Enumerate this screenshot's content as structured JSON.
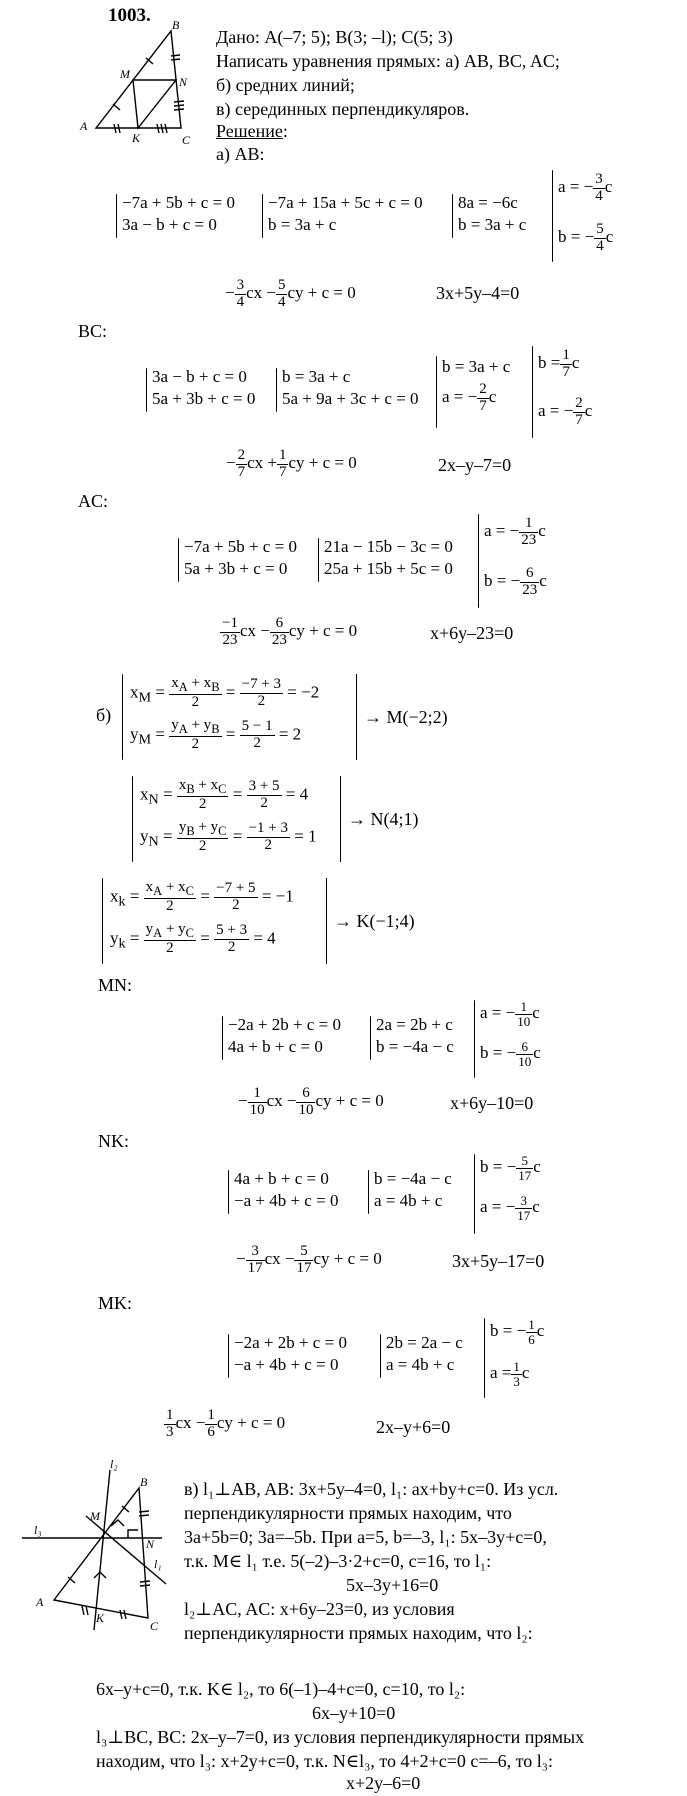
{
  "problem": {
    "number": "1003.",
    "given": "Дано: A(–7; 5); B(3; –l); C(5; 3)",
    "task_a": "Написать уравнения прямых: а) AB, BC, AC;",
    "task_b": "б) средних линий;",
    "task_c": "в) серединных перпендикуляров.",
    "solution": "Решение",
    "solution_colon": ":",
    "part_a": "а) AB:"
  },
  "ab": {
    "sys1": [
      "−7a + 5b + c = 0",
      "3a − b + c = 0"
    ],
    "sys2": [
      "−7a + 15a + 5c + c = 0",
      "b = 3a + c"
    ],
    "sys3": [
      "8a = −6c",
      "b = 3a + c"
    ],
    "sol_a_pre": "a = −",
    "sol_a_num": "3",
    "sol_a_den": "4",
    "sol_a_post": "c",
    "sol_b_pre": "b = −",
    "sol_b_num": "5",
    "sol_b_den": "4",
    "sol_b_post": "c",
    "eq_pre": "−",
    "eq1n": "3",
    "eq1d": "4",
    "eq_mid": "cx −",
    "eq2n": "5",
    "eq2d": "4",
    "eq_post": "cy + c = 0",
    "result": "3x+5y–4=0"
  },
  "bc": {
    "label": "BC:",
    "sys1": [
      "3a − b + c = 0",
      "5a + 3b + c = 0"
    ],
    "sys2": [
      "b = 3a + c",
      "5a + 9a + 3c + c = 0"
    ],
    "sys3_1": "b = 3a + c",
    "sys3_2_pre": "a = −",
    "sys3_2_n": "2",
    "sys3_2_d": "7",
    "sys3_2_post": "c",
    "sol_b_pre": "b =",
    "sol_b_n": "1",
    "sol_b_d": "7",
    "sol_b_post": "c",
    "sol_a_pre": "a = −",
    "sol_a_n": "2",
    "sol_a_d": "7",
    "sol_a_post": "c",
    "eq_pre": "−",
    "eq1n": "2",
    "eq1d": "7",
    "eq_mid": "cx +",
    "eq2n": "1",
    "eq2d": "7",
    "eq_post": "cy + c = 0",
    "result": "2x–y–7=0"
  },
  "ac": {
    "label": "AC:",
    "sys1": [
      "−7a + 5b + c = 0",
      "5a + 3b + c = 0"
    ],
    "sys2": [
      "21a − 15b − 3c = 0",
      "25a + 15b + 5c = 0"
    ],
    "sol_a_pre": "a = −",
    "sol_a_n": "1",
    "sol_a_d": "23",
    "sol_a_post": "c",
    "sol_b_pre": "b = −",
    "sol_b_n": "6",
    "sol_b_d": "23",
    "sol_b_post": "c",
    "eq1n": "−1",
    "eq1d": "23",
    "eq_mid": "cx −",
    "eq2n": "6",
    "eq2d": "23",
    "eq_post": "cy + c = 0",
    "result": "x+6y–23=0"
  },
  "b": {
    "label": "б)",
    "m": {
      "x_pre": "x",
      "x_sub": "M",
      "x_eq": "=",
      "x_fn": "x",
      "x_fn_s1": "A",
      "x_plus": "+ x",
      "x_fn_s2": "B",
      "x_fd": "2",
      "x_eq2": "=",
      "x_vn": "−7 + 3",
      "x_vd": "2",
      "x_res": "= −2",
      "y_pre": "y",
      "y_sub": "M",
      "y_eq": "=",
      "y_fn": "y",
      "y_fn_s1": "A",
      "y_plus": "+ y",
      "y_fn_s2": "B",
      "y_fd": "2",
      "y_eq2": "=",
      "y_vn": "5 − 1",
      "y_vd": "2",
      "y_res": "= 2",
      "arrow": "→ M(−2;2)"
    },
    "n": {
      "x_pre": "x",
      "x_sub": "N",
      "x_eq": "=",
      "x_fn": "x",
      "x_fn_s1": "B",
      "x_plus": "+ x",
      "x_fn_s2": "C",
      "x_fd": "2",
      "x_eq2": "=",
      "x_vn": "3 + 5",
      "x_vd": "2",
      "x_res": "= 4",
      "y_pre": "y",
      "y_sub": "N",
      "y_eq": "=",
      "y_fn": "y",
      "y_fn_s1": "B",
      "y_plus": "+ y",
      "y_fn_s2": "C",
      "y_fd": "2",
      "y_eq2": "=",
      "y_vn": "−1 + 3",
      "y_vd": "2",
      "y_res": "= 1",
      "arrow": "→ N(4;1)"
    },
    "k": {
      "x_pre": "x",
      "x_sub": "k",
      "x_eq": "=",
      "x_fn": "x",
      "x_fn_s1": "A",
      "x_plus": "+ x",
      "x_fn_s2": "C",
      "x_fd": "2",
      "x_eq2": "=",
      "x_vn": "−7 + 5",
      "x_vd": "2",
      "x_res": "= −1",
      "y_pre": "y",
      "y_sub": "k",
      "y_eq": "=",
      "y_fn": "y",
      "y_fn_s1": "A",
      "y_plus": "+ y",
      "y_fn_s2": "C",
      "y_fd": "2",
      "y_eq2": "=",
      "y_vn": "5 + 3",
      "y_vd": "2",
      "y_res": "= 4",
      "arrow": "→ K(−1;4)"
    }
  },
  "mn": {
    "label": "MN:",
    "sys1": [
      "−2a + 2b + c = 0",
      "4a + b + c = 0"
    ],
    "sys2": [
      "2a = 2b + c",
      "b = −4a − c"
    ],
    "sol_a_pre": "a = −",
    "sol_a_n": "1",
    "sol_a_d": "10",
    "sol_a_post": "c",
    "sol_b_pre": "b = −",
    "sol_b_n": "6",
    "sol_b_d": "10",
    "sol_b_post": "c",
    "eq_pre": "−",
    "eq1n": "1",
    "eq1d": "10",
    "eq_mid": "cx −",
    "eq2n": "6",
    "eq2d": "10",
    "eq_post": "cy + c = 0",
    "result": "x+6y–10=0"
  },
  "nk": {
    "label": "NK:",
    "sys1": [
      "4a + b + c = 0",
      "−a + 4b + c = 0"
    ],
    "sys2": [
      "b = −4a − c",
      "a = 4b + c"
    ],
    "sol_b_pre": "b = −",
    "sol_b_n": "5",
    "sol_b_d": "17",
    "sol_b_post": "c",
    "sol_a_pre": "a = −",
    "sol_a_n": "3",
    "sol_a_d": "17",
    "sol_a_post": "c",
    "eq_pre": "−",
    "eq1n": "3",
    "eq1d": "17",
    "eq_mid": "cx −",
    "eq2n": "5",
    "eq2d": "17",
    "eq_post": "cy + c = 0",
    "result": "3x+5y–17=0"
  },
  "mk": {
    "label": "MK:",
    "sys1": [
      "−2a + 2b + c = 0",
      "−a + 4b + c = 0"
    ],
    "sys2": [
      "2b = 2a − c",
      "a = 4b + c"
    ],
    "sol_b_pre": "b = −",
    "sol_b_n": "1",
    "sol_b_d": "6",
    "sol_b_post": "c",
    "sol_a_pre": "a =",
    "sol_a_n": "1",
    "sol_a_d": "3",
    "sol_a_post": "c",
    "eq1n": "1",
    "eq1d": "3",
    "eq_mid": "cx −",
    "eq2n": "1",
    "eq2d": "6",
    "eq_post": "cy + c = 0",
    "result": "2x–y+6=0"
  },
  "c": {
    "lines": [
      "в) l₁⊥AB, AB: 3x+5y–4=0, l₁: ax+by+c=0. Из усл.",
      "перпендикулярности прямых находим, что",
      "3a+5b=0; 3a=–5b. При a=5, b=–3, l₁: 5x–3y+c=0,",
      "т.к. M∈ l₁ т.е. 5(–2)–3·2+c=0, c=16, то l₁:",
      "5x–3y+16=0",
      "l₂⊥AC, AC: x+6y–23=0, из условия",
      "перпендикулярности прямых находим, что l₂:",
      "6x–y+c=0, т.к. K∈ l₂, то 6(–1)–4+c=0, c=10, то l₂:",
      "6x–y+10=0",
      "l₃⊥BC, BC: 2x–y–7=0, из условия перпендикулярности прямых",
      "находим, что l₃: x+2y+c=0, т.к. N∈l₃, то 4+2+c=0 c=–6, то l₃:",
      "x+2y–6=0"
    ]
  },
  "fig1": {
    "B": "B",
    "M": "M",
    "N": "N",
    "A": "A",
    "K": "K",
    "C": "C"
  },
  "fig2": {
    "l2": "l₂",
    "B": "B",
    "M": "M",
    "N": "N",
    "l3": "l₃",
    "l1": "l₁",
    "A": "A",
    "K": "K",
    "C": "C"
  }
}
